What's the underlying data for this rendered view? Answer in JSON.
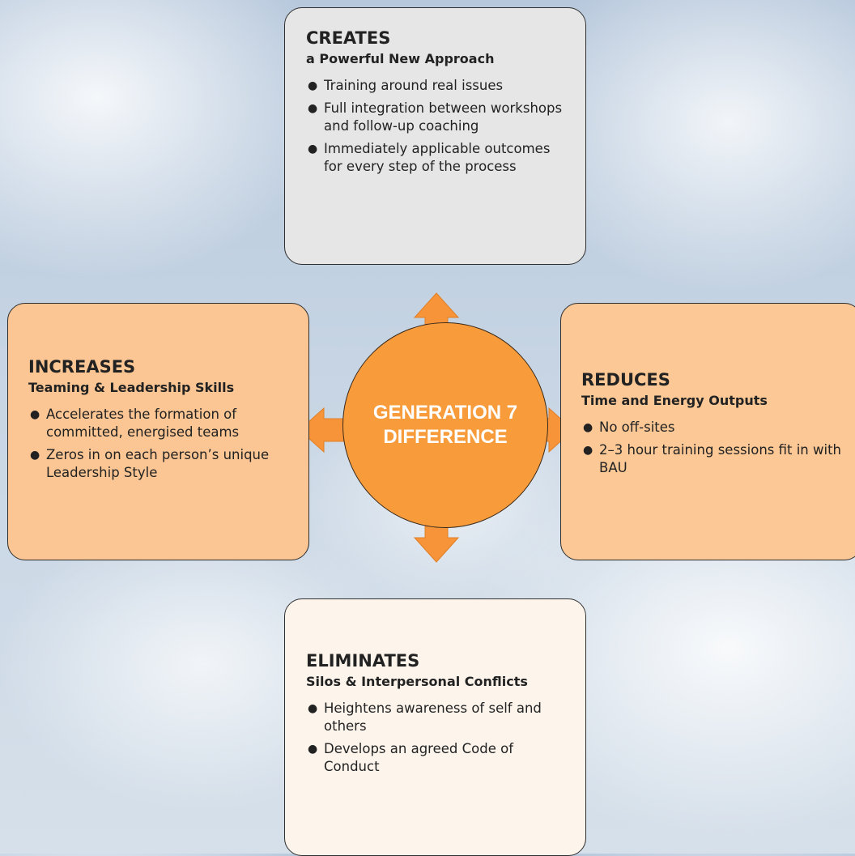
{
  "center": {
    "label_line1": "GENERATION 7",
    "label_line2": "DIFFERENCE"
  },
  "boxes": {
    "top": {
      "title": "CREATES",
      "subtitle": "a Powerful New Approach",
      "items": [
        "Training around real issues",
        "Full integration between workshops and follow-up coaching",
        "Immediately applicable outcomes for every step of the process"
      ]
    },
    "left": {
      "title": "INCREASES",
      "subtitle": "Teaming & Leadership Skills",
      "items": [
        "Accelerates the formation of committed, energised teams",
        "Zeros in on each person’s unique Leadership Style"
      ]
    },
    "right": {
      "title": "REDUCES",
      "subtitle": "Time and Energy Outputs",
      "items": [
        "No off-sites",
        "2–3 hour training sessions fit in with BAU"
      ]
    },
    "bottom": {
      "title": "ELIMINATES",
      "subtitle": "Silos & Interpersonal Conflicts",
      "items": [
        "Heightens awareness of self and others",
        "Develops an agreed Code of Conduct"
      ]
    }
  },
  "colors": {
    "arrow": "#f7943a",
    "circle": "#f89b3b",
    "box_top": "#e6e6e6",
    "box_side": "#fbc693",
    "box_bottom": "#fdf5ec"
  }
}
